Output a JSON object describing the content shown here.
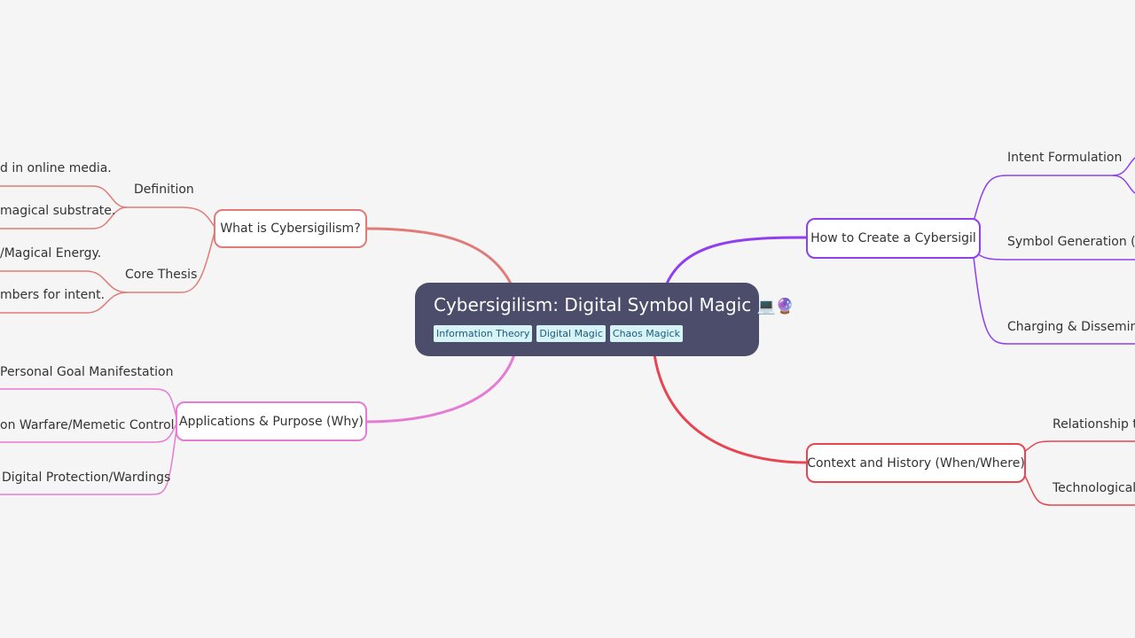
{
  "colors": {
    "background": "#f5f5f5",
    "root_fill": "#4b4d6a",
    "tag_fill": "#d6f4f8",
    "branch_what": "#e07b77",
    "branch_apps": "#e57bd4",
    "branch_how": "#8f3ff0",
    "branch_context": "#e84552"
  },
  "root": {
    "title": "Cybersigilism: Digital Symbol Magic",
    "emoji": "💻🔮",
    "tags": [
      "Information Theory",
      "Digital Magic",
      "Chaos Magick"
    ]
  },
  "branches": {
    "what": {
      "label": "What is Cybersigilism?",
      "definition": {
        "label": "Definition",
        "leaves": [
          "d in online media.",
          "magical substrate."
        ]
      },
      "core_thesis": {
        "label": "Core Thesis",
        "leaves": [
          "/Magical Energy.",
          "mbers for intent."
        ]
      }
    },
    "apps": {
      "label": "Applications & Purpose (Why)",
      "leaves": [
        "Personal Goal Manifestation",
        "on Warfare/Memetic Control",
        "Digital Protection/Wardings"
      ]
    },
    "how": {
      "label": "How to Create a Cybersigil",
      "leaves": [
        "Intent Formulation",
        "Symbol Generation (Digi",
        "Charging & Disseminatio"
      ]
    },
    "context": {
      "label": "Context and History (When/Where)",
      "leaves": [
        "Relationship to",
        "Technological M"
      ]
    }
  }
}
